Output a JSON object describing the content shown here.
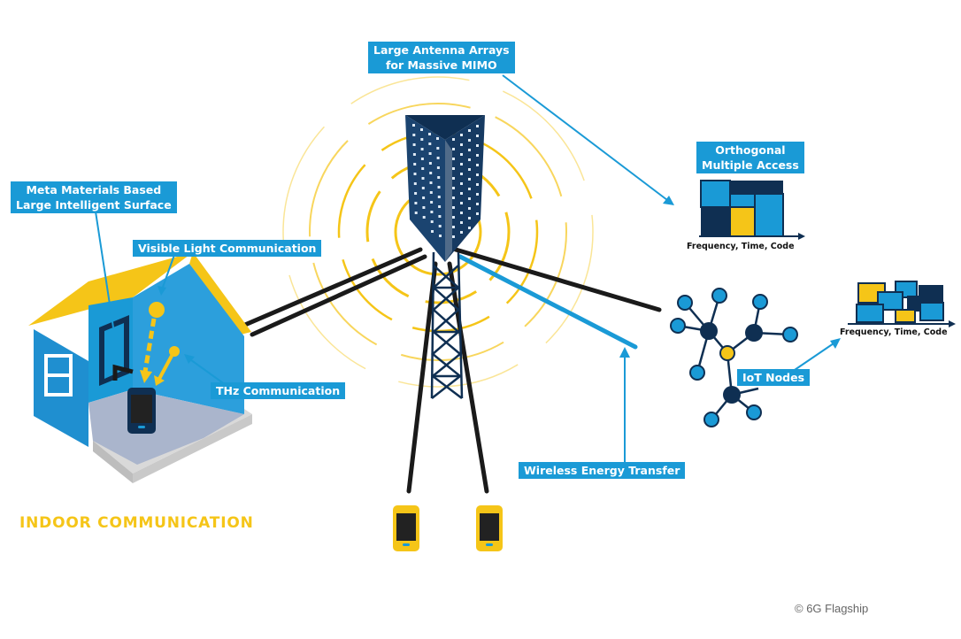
{
  "labels": {
    "antenna_line1": "Large Antenna Arrays",
    "antenna_line2": "for Massive MIMO",
    "meta_line1": "Meta Materials Based",
    "meta_line2": "Large Intelligent Surface",
    "vlc": "Visible Light Communication",
    "thz": "THz Communication",
    "oma_line1": "Orthogonal",
    "oma_line2": "Multiple Access",
    "oma_axis": "Frequency, Time, Code",
    "noma_axis": "Frequency, Time, Code",
    "iot": "IoT Nodes",
    "wet": "Wireless Energy Transfer",
    "indoor": "INDOOR COMMUNICATION",
    "copyright": "© 6G Flagship"
  },
  "colors": {
    "blue": "#1a9ad6",
    "navy": "#0f2f52",
    "yellow": "#f5c518",
    "dark_line": "#1a1a1a",
    "house_blue": "#1f8fd0",
    "floor": "#aab5cc"
  },
  "icons": [
    "cell-tower-icon",
    "smartphone-icon",
    "house-icon",
    "signal-waves-icon",
    "network-node-icon"
  ]
}
